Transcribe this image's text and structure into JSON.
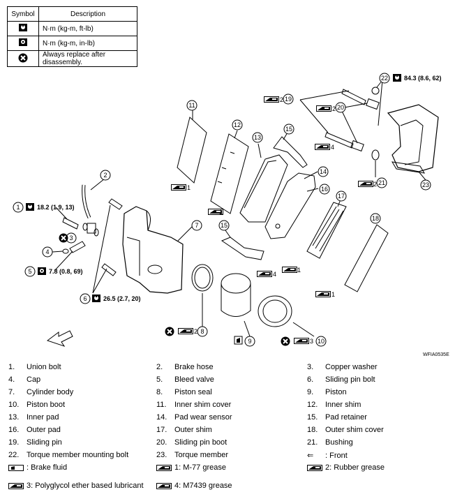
{
  "legend": {
    "header_symbol": "Symbol",
    "header_description": "Description",
    "rows": [
      {
        "icon": "torque-wrench-icon",
        "text": "N·m (kg-m, ft-lb)"
      },
      {
        "icon": "torque-wrench-small-icon",
        "text": "N·m (kg-m, in-lb)"
      },
      {
        "icon": "always-replace-icon",
        "text": "Always replace after disassembly."
      }
    ]
  },
  "callouts": {
    "c1_num": "1",
    "c1_torque": "18.2 (1.9, 13)",
    "c2": "2",
    "c3": "3",
    "c4": "4",
    "c5_num": "5",
    "c5_torque": "7.8 (0.8, 69)",
    "c6_num": "6",
    "c6_torque": "26.5 (2.7, 20)",
    "c7": "7",
    "c8": "8",
    "c8_grease": "2",
    "c9": "9",
    "c10": "10",
    "c10_grease": "3",
    "c11": "11",
    "c11_grease": "1",
    "c12": "12",
    "c12_grease": "1",
    "c13": "13",
    "c14": "14",
    "c15a": "15",
    "c15b": "15",
    "c15b_grease": "4",
    "c16": "16",
    "c16_grease": "1",
    "c17": "17",
    "c17_grease": "1",
    "c18": "18",
    "c19": "19",
    "c19_grease_a": "2",
    "c19_grease_b": "4",
    "c20": "20",
    "c20_grease": "2",
    "c21": "21",
    "c21_grease": "2",
    "c22": "22",
    "c22_torque": "84.3 (8.6, 62)",
    "c23": "23"
  },
  "figure_code": "WFIA0535E",
  "parts": [
    [
      "1.",
      "Union bolt",
      "2.",
      "Brake hose",
      "3.",
      "Copper washer"
    ],
    [
      "4.",
      "Cap",
      "5.",
      "Bleed valve",
      "6.",
      "Sliding pin bolt"
    ],
    [
      "7.",
      "Cylinder body",
      "8.",
      "Piston seal",
      "9.",
      "Piston"
    ],
    [
      "10.",
      "Piston boot",
      "11.",
      "Inner shim cover",
      "12.",
      "Inner shim"
    ],
    [
      "13.",
      "Inner pad",
      "14.",
      "Pad wear sensor",
      "15.",
      "Pad retainer"
    ],
    [
      "16.",
      "Outer pad",
      "17.",
      "Outer shim",
      "18.",
      "Outer shim cover"
    ],
    [
      "19.",
      "Sliding pin",
      "20.",
      "Sliding pin boot",
      "21.",
      "Bushing"
    ],
    [
      "22.",
      "Torque member mounting bolt",
      "23.",
      "Torque member",
      "⇐",
      ": Front"
    ]
  ],
  "grease_legend": {
    "brake_fluid": ": Brake fluid",
    "g1": "1: M-77 grease",
    "g2": "2: Rubber grease",
    "g3": "3: Polyglycol ether based lubricant",
    "g4": "4: M7439 grease"
  }
}
